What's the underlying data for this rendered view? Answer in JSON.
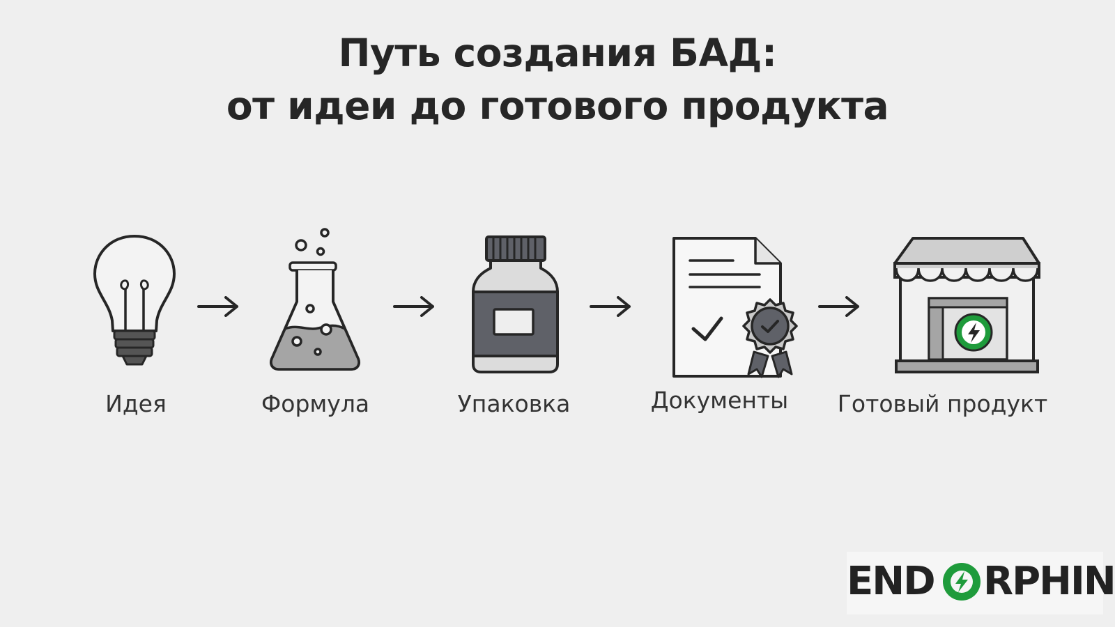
{
  "title": {
    "line1": "Путь создания БАД:",
    "line2": "от идеи до готового продукта"
  },
  "steps": [
    {
      "label": "Идея",
      "icon": "lightbulb-icon"
    },
    {
      "label": "Формула",
      "icon": "flask-icon"
    },
    {
      "label": "Упаковка",
      "icon": "bottle-icon"
    },
    {
      "label": "Документы",
      "icon": "certificate-document-icon"
    },
    {
      "label": "Готовый продукт",
      "icon": "store-icon"
    }
  ],
  "connector_icon": "arrow-right-icon",
  "logo": {
    "left": "END",
    "right": "RPHIN",
    "icon": "lightning-o-icon",
    "accent_color": "#1e9b3b"
  },
  "colors": {
    "background": "#efefef",
    "ink": "#262626",
    "fill_gray": "#a5a5a5",
    "dark_gray": "#5f6168",
    "accent": "#1e9b3b"
  }
}
